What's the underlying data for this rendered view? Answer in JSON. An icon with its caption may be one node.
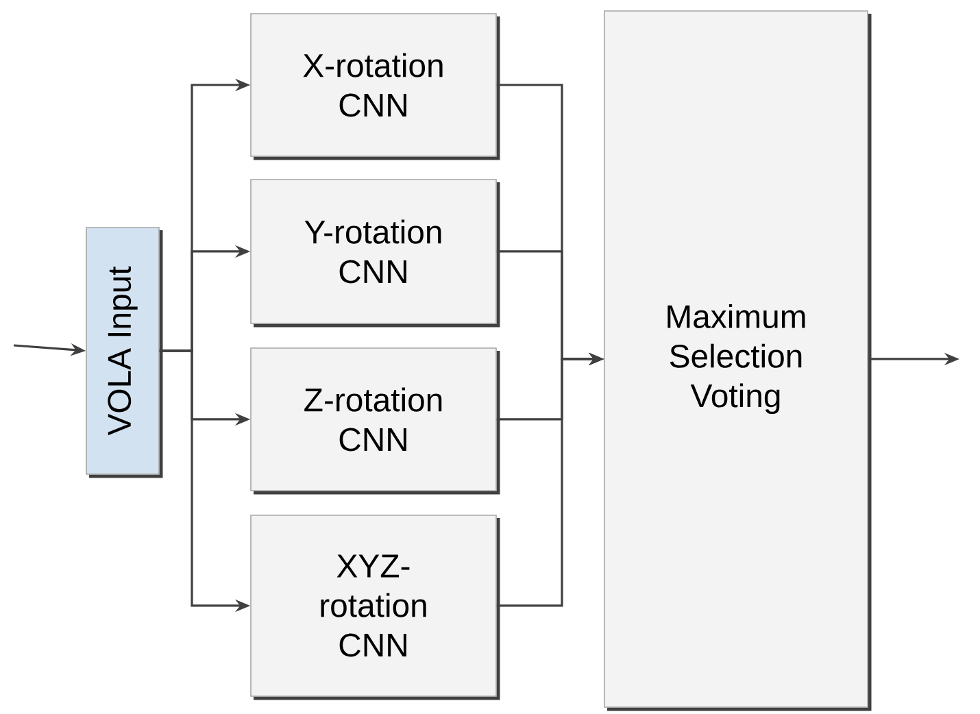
{
  "diagram": {
    "nodes": [
      {
        "text": [
          "VOLA Input"
        ]
      },
      {
        "text": [
          "X-rotation CNN"
        ]
      },
      {
        "text": [
          "Y-rotation CNN"
        ]
      },
      {
        "text": [
          "Z-rotation CNN"
        ]
      },
      {
        "text": [
          "XYZ-rotation CNN"
        ]
      },
      {
        "text": [
          "Maximum Selection Voting"
        ]
      }
    ],
    "edges": [
      {
        "from": null,
        "to": 0,
        "arrow": "to"
      },
      {
        "from": 0,
        "to": 1,
        "arrow": "to"
      },
      {
        "from": 0,
        "to": 2,
        "arrow": "to"
      },
      {
        "from": 0,
        "to": 3,
        "arrow": "to"
      },
      {
        "from": 0,
        "to": 4,
        "arrow": "to"
      },
      {
        "from": 1,
        "to": 5,
        "arrow": "to"
      },
      {
        "from": 2,
        "to": 5,
        "arrow": "to"
      },
      {
        "from": 3,
        "to": 5,
        "arrow": "to"
      },
      {
        "from": 4,
        "to": 5,
        "arrow": "to"
      },
      {
        "from": 5,
        "to": null,
        "arrow": "to"
      }
    ]
  }
}
